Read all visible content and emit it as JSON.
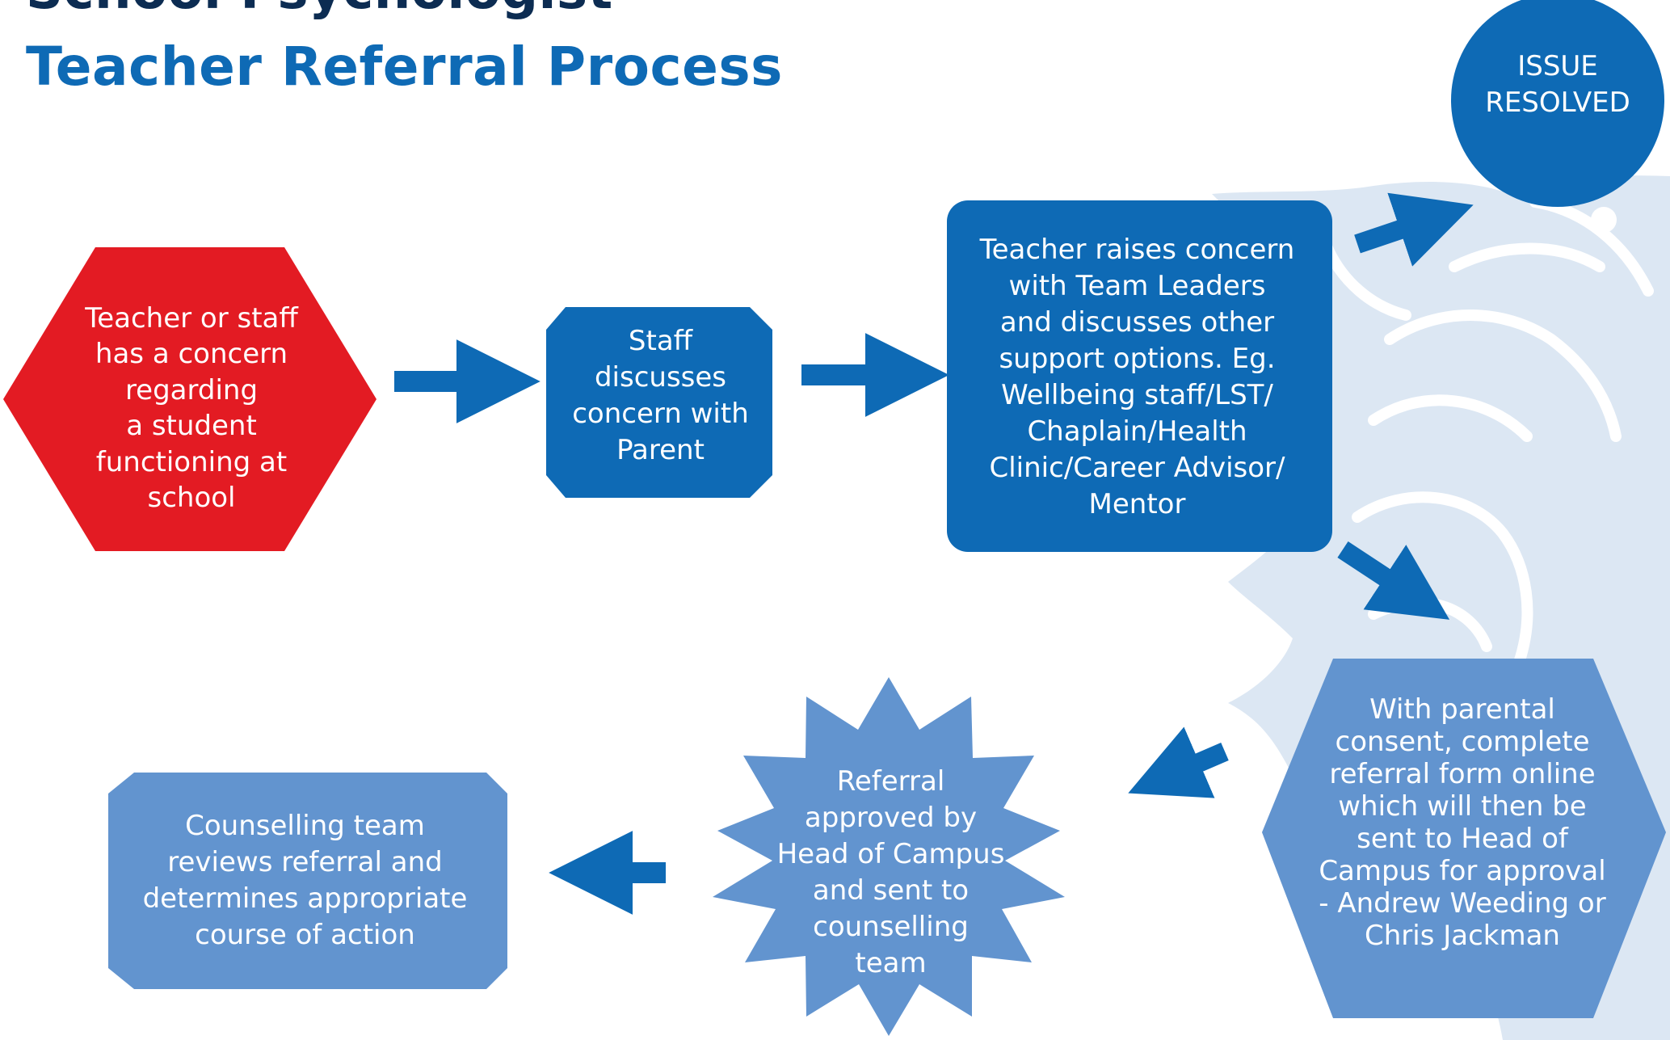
{
  "title": {
    "line1": "School Psychologist",
    "line2": "Teacher Referral Process"
  },
  "colors": {
    "title_dark": "#0c2c52",
    "brand_blue": "#0e6ab5",
    "alert_red": "#e31b23",
    "light_blue": "#6294cf",
    "watermark": "#dce7f3"
  },
  "nodes": {
    "issue_resolved": "ISSUE\nRESOLVED",
    "teacher_concern": "Teacher or staff\nhas a concern\nregarding\na student\nfunctioning at\nschool",
    "staff_discusses": "Staff\ndiscusses\nconcern with\nParent",
    "teacher_raises": "Teacher raises concern\nwith Team Leaders\nand discusses other\nsupport options. Eg.\nWellbeing staff/LST/\nChaplain/Health\nClinic/Career Advisor/\nMentor",
    "parental_consent": "With parental\nconsent, complete\nreferral form online\nwhich will then be\nsent to Head of\nCampus for approval\n- Andrew Weeding or\nChris Jackman",
    "referral_approved": "Referral\napproved by\nHead of Campus\nand sent to\ncounselling\nteam",
    "counselling_review": "Counselling team\nreviews referral and\ndetermines appropriate\ncourse of action"
  },
  "icons": {
    "watermark": "lion-crest-watermark",
    "arrow": "arrow-icon"
  }
}
